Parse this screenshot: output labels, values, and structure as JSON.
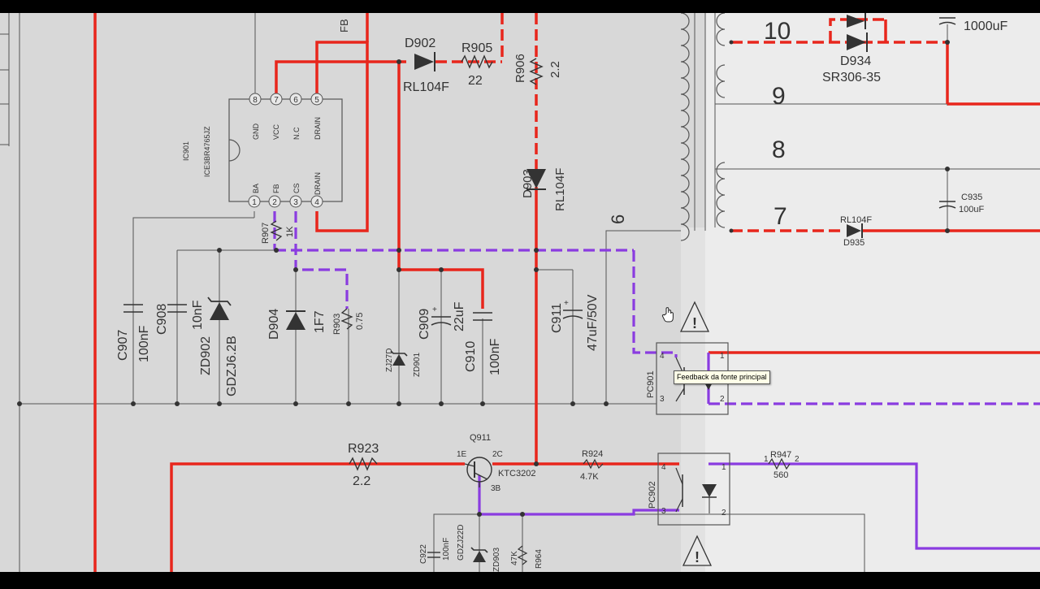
{
  "tooltip": "Feedback da fonte principal",
  "colors": {
    "power": "#e8261c",
    "feedback": "#8a3ce0",
    "wire": "#555555",
    "bg_left": "#d8d8d8",
    "bg_right": "#ececec"
  },
  "ic": {
    "ref": "IC901",
    "part": "ICE3BR4765JZ",
    "top_pins": [
      {
        "num": "8",
        "name": "GND"
      },
      {
        "num": "7",
        "name": "VCC"
      },
      {
        "num": "6",
        "name": "N.C"
      },
      {
        "num": "5",
        "name": "DRAIN"
      }
    ],
    "bottom_pins": [
      {
        "num": "1",
        "name": "BA"
      },
      {
        "num": "2",
        "name": "FB"
      },
      {
        "num": "3",
        "name": "CS"
      },
      {
        "num": "4",
        "name": "DRAIN"
      }
    ],
    "fb_net": "FB"
  },
  "components": {
    "d902": {
      "ref": "D902",
      "value": "RL104F"
    },
    "r905": {
      "ref": "R905",
      "value": "22"
    },
    "r906": {
      "ref": "R906",
      "value": "2.2"
    },
    "d903": {
      "ref": "D903",
      "value": "RL104F"
    },
    "r907": {
      "ref": "R907",
      "value": "1K"
    },
    "c907": {
      "ref": "C907",
      "value": "100nF"
    },
    "c908": {
      "ref": "C908",
      "value": "10nF"
    },
    "zd902": {
      "ref": "ZD902",
      "value": "GDZJ6.2B"
    },
    "d904": {
      "ref": "D904",
      "value": "1F7"
    },
    "r903": {
      "ref": "R903",
      "value": "0.75"
    },
    "zd901": {
      "ref": "ZD901",
      "value": "ZJ27D"
    },
    "c909": {
      "ref": "C909",
      "value": "22uF"
    },
    "c910": {
      "ref": "C910",
      "value": "100nF"
    },
    "c911": {
      "ref": "C911",
      "value": "47uF/50V"
    },
    "d934": {
      "ref": "D934",
      "value": "SR306-35"
    },
    "c_top": {
      "value": "1000uF"
    },
    "c935": {
      "ref": "C935",
      "value": "100uF"
    },
    "d935": {
      "ref": "D935",
      "value": "RL104F"
    },
    "pc901": {
      "ref": "PC901",
      "pins": [
        "4",
        "3",
        "1",
        "2"
      ]
    },
    "pc902": {
      "ref": "PC902",
      "pins": [
        "4",
        "3",
        "1",
        "2"
      ]
    },
    "r923": {
      "ref": "R923",
      "value": "2.2"
    },
    "q911": {
      "ref": "Q911",
      "value": "KTC3202",
      "pins": [
        "1E",
        "2C",
        "3B"
      ]
    },
    "r924": {
      "ref": "R924",
      "value": "4.7K"
    },
    "r947": {
      "ref": "R947",
      "value": "560",
      "pins": [
        "1",
        "2"
      ]
    },
    "c922": {
      "ref": "C922",
      "value": "100nF"
    },
    "zd903": {
      "ref": "ZD903",
      "value": "GDZJ22D"
    },
    "r964": {
      "ref": "R964",
      "value": "47K"
    }
  },
  "transformer_pins": [
    "6",
    "10",
    "9",
    "8",
    "7"
  ]
}
